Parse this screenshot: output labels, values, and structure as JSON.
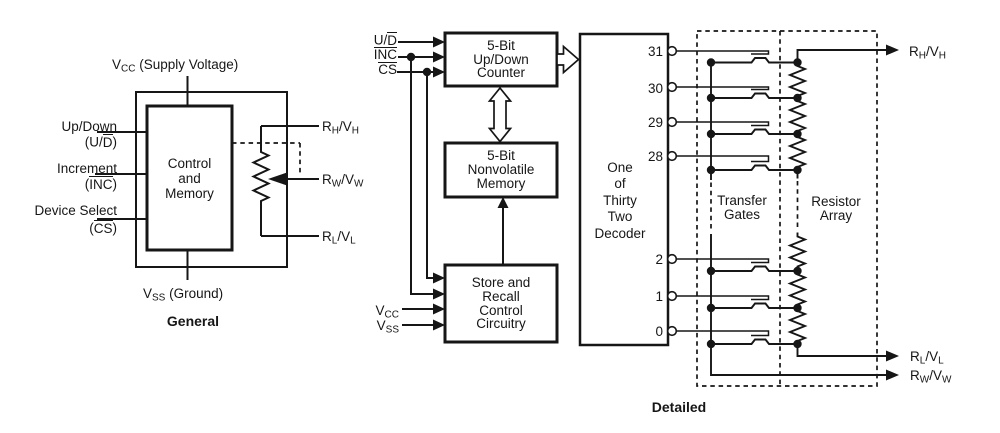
{
  "figure": {
    "general": {
      "caption": "General",
      "supply_label": {
        "v": "V",
        "sub": "CC",
        "rest": " (Supply Voltage)"
      },
      "ground_label": {
        "v": "V",
        "sub": "SS",
        "rest": " (Ground)"
      },
      "inputs": [
        {
          "name": "Up/Down",
          "open": "(U/",
          "bar": "D",
          "close": ")"
        },
        {
          "name": "Increment",
          "open": "(",
          "bar": "INC",
          "close": ")"
        },
        {
          "name": "Device Select",
          "open": "(",
          "bar": "CS",
          "close": ")"
        }
      ],
      "block_lines": [
        "Control",
        "and",
        "Memory"
      ],
      "pins": {
        "rh": {
          "a": "R",
          "as": "H",
          "b": "/V",
          "bs": "H"
        },
        "rw": {
          "a": "R",
          "as": "W",
          "b": "/V",
          "bs": "W"
        },
        "rl": {
          "a": "R",
          "as": "L",
          "b": "/V",
          "bs": "L"
        }
      }
    },
    "detailed": {
      "caption": "Detailed",
      "inputs": {
        "ud": {
          "plain": "U/",
          "bar": "D"
        },
        "inc": {
          "bar": "INC"
        },
        "cs": {
          "bar": "CS"
        }
      },
      "counter_lines": [
        "5-Bit",
        "Up/Down",
        "Counter"
      ],
      "memory_lines": [
        "5-Bit",
        "Nonvolatile",
        "Memory"
      ],
      "store_lines": [
        "Store and",
        "Recall",
        "Control",
        "Circuitry"
      ],
      "decoder_lines": [
        "One",
        "of",
        "Thirty",
        "Two",
        "Decoder"
      ],
      "decoder_outputs": [
        "31",
        "30",
        "29",
        "28",
        "2",
        "1",
        "0"
      ],
      "supply_label": {
        "v": "V",
        "sub": "CC"
      },
      "ground_label": {
        "v": "V",
        "sub": "SS"
      },
      "section_labels": {
        "transfer": [
          "Transfer",
          "Gates"
        ],
        "resistor": [
          "Resistor",
          "Array"
        ]
      },
      "pins": {
        "rh": {
          "a": "R",
          "as": "H",
          "b": "/V",
          "bs": "H"
        },
        "rl": {
          "a": "R",
          "as": "L",
          "b": "/V",
          "bs": "L"
        },
        "rw": {
          "a": "R",
          "as": "W",
          "b": "/V",
          "bs": "W"
        }
      }
    }
  }
}
